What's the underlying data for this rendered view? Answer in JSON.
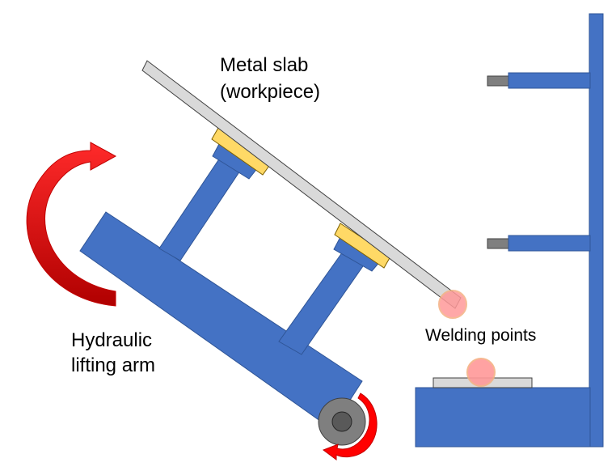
{
  "labels": {
    "slab_line1": "Metal slab",
    "slab_line2": "(workpiece)",
    "arm_line1": "Hydraulic",
    "arm_line2": "lifting arm",
    "welding": "Welding points"
  },
  "icons": {
    "rotation_large": "curved-arrow-clockwise-icon",
    "rotation_small": "curved-arrow-counterclockwise-icon"
  },
  "colors": {
    "structure": "#4472C4",
    "structure_outline": "#2F5597",
    "slab": "#D9D9D9",
    "pad": "#FFD966",
    "arrow": "#FF0000",
    "weld_point": "#FF9999",
    "weld_outline": "#F4B183",
    "wheel": "#7F7F7F",
    "wheel_hub": "#595959"
  }
}
